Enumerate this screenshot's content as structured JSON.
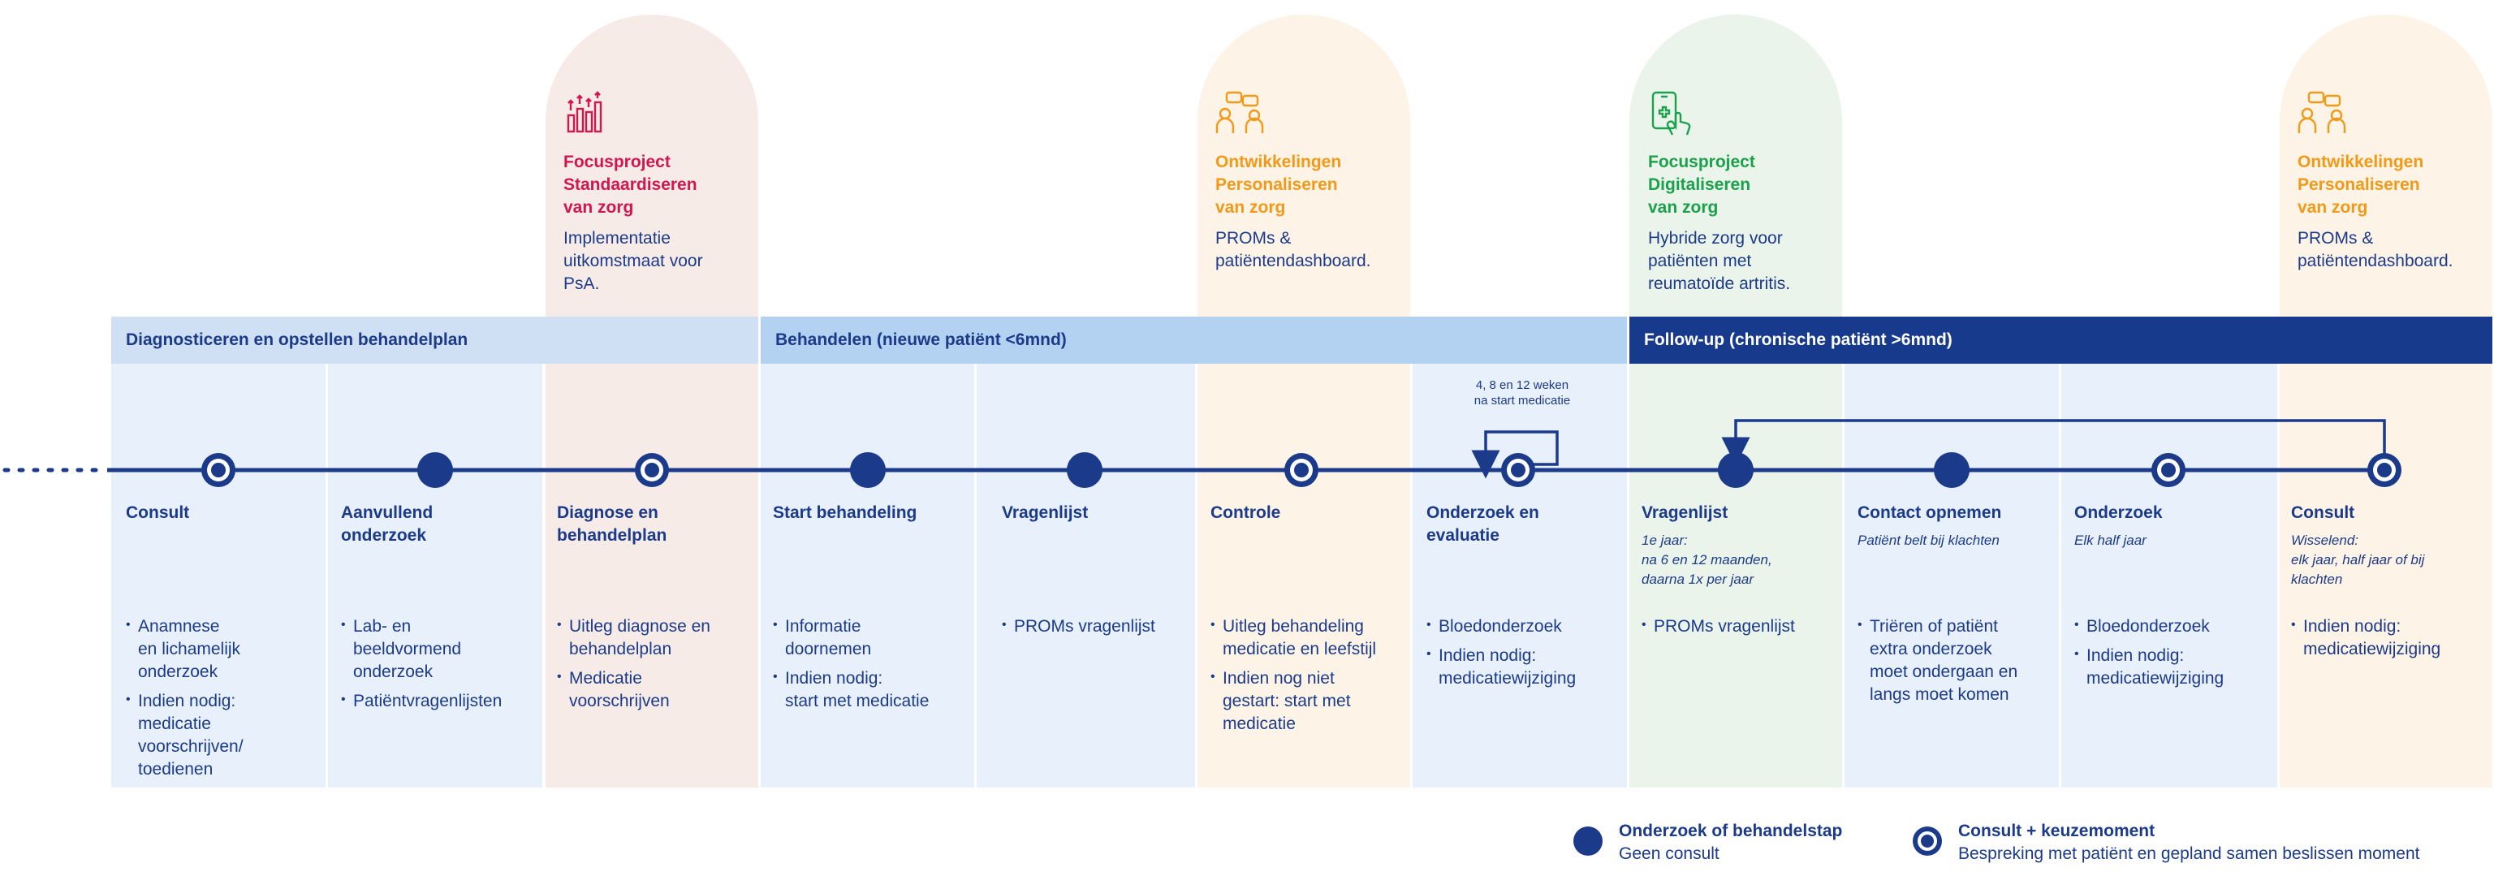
{
  "projects": [
    {
      "title_lines": [
        "Focusproject",
        "Standaardiseren",
        "van zorg"
      ],
      "text_lines": [
        "Implementatie",
        "uitkomstmaat voor",
        "PsA."
      ],
      "color": "#d2174f",
      "icon": "bar-chart-icon"
    },
    {
      "title_lines": [
        "Ontwikkelingen",
        "Personaliseren",
        "van zorg"
      ],
      "text_lines": [
        "PROMs &",
        "patiëntendashboard."
      ],
      "color": "#f29a18",
      "icon": "people-chat-icon"
    },
    {
      "title_lines": [
        "Focusproject",
        "Digitaliseren",
        "van zorg"
      ],
      "text_lines": [
        "Hybride zorg voor",
        "patiënten met",
        "reumatoïde artritis."
      ],
      "color": "#1aa14b",
      "icon": "mobile-health-icon"
    },
    {
      "title_lines": [
        "Ontwikkelingen",
        "Personaliseren",
        "van zorg"
      ],
      "text_lines": [
        "PROMs &",
        "patiëntendashboard."
      ],
      "color": "#f29a18",
      "icon": "people-chat-icon"
    }
  ],
  "phases": [
    {
      "label": "Diagnosticeren en opstellen behandelplan"
    },
    {
      "label": "Behandelen (nieuwe patiënt <6mnd)"
    },
    {
      "label": "Follow-up (chronische patiënt >6mnd)"
    }
  ],
  "annotation": {
    "lines": [
      "4, 8 en 12 weken",
      "na start medicatie"
    ]
  },
  "steps": [
    {
      "title_lines": [
        "Consult"
      ],
      "marker": "ring",
      "note_lines": [],
      "bullets": [
        [
          "Anamnese",
          "en lichamelijk",
          "onderzoek"
        ],
        [
          "Indien nodig:",
          "medicatie",
          "voorschrijven/",
          "toedienen"
        ]
      ]
    },
    {
      "title_lines": [
        "Aanvullend",
        "onderzoek"
      ],
      "marker": "dot",
      "note_lines": [],
      "bullets": [
        [
          "Lab- en",
          "beeldvormend",
          "onderzoek"
        ],
        [
          "Patiëntvragenlijsten"
        ]
      ]
    },
    {
      "title_lines": [
        "Diagnose en",
        "behandelplan"
      ],
      "marker": "ring",
      "note_lines": [],
      "bullets": [
        [
          "Uitleg diagnose en",
          "behandelplan"
        ],
        [
          "Medicatie",
          "voorschrijven"
        ]
      ]
    },
    {
      "title_lines": [
        "Start behandeling"
      ],
      "marker": "dot",
      "note_lines": [],
      "bullets": [
        [
          "Informatie",
          "doornemen"
        ],
        [
          "Indien nodig:",
          "start met medicatie"
        ]
      ]
    },
    {
      "title_lines": [
        "Vragenlijst"
      ],
      "marker": "dot",
      "note_lines": [],
      "bullets": [
        [
          "PROMs vragenlijst"
        ]
      ]
    },
    {
      "title_lines": [
        "Controle"
      ],
      "marker": "ring",
      "note_lines": [],
      "bullets": [
        [
          "Uitleg behandeling",
          "medicatie en leefstijl"
        ],
        [
          "Indien nog niet",
          "gestart: start met",
          "medicatie"
        ]
      ]
    },
    {
      "title_lines": [
        "Onderzoek en",
        "evaluatie"
      ],
      "marker": "ring",
      "note_lines": [],
      "bullets": [
        [
          "Bloedonderzoek"
        ],
        [
          "Indien nodig:",
          "medicatiewijziging"
        ]
      ]
    },
    {
      "title_lines": [
        "Vragenlijst"
      ],
      "marker": "dot",
      "note_lines": [
        "1e jaar:",
        "na 6 en 12 maanden,",
        "daarna 1x per jaar"
      ],
      "bullets": [
        [
          "PROMs vragenlijst"
        ]
      ]
    },
    {
      "title_lines": [
        "Contact opnemen"
      ],
      "marker": "dot",
      "note_lines": [
        "Patiënt belt bij klachten"
      ],
      "bullets": [
        [
          "Triëren of patiënt",
          "extra onderzoek",
          "moet ondergaan en",
          "langs moet komen"
        ]
      ]
    },
    {
      "title_lines": [
        "Onderzoek"
      ],
      "marker": "ring",
      "note_lines": [
        "Elk half jaar"
      ],
      "bullets": [
        [
          "Bloedonderzoek"
        ],
        [
          "Indien nodig:",
          "medicatiewijziging"
        ]
      ]
    },
    {
      "title_lines": [
        "Consult"
      ],
      "marker": "ring",
      "note_lines": [
        "Wisselend:",
        "elk jaar, half jaar of bij",
        "klachten"
      ],
      "bullets": [
        [
          "Indien nodig:",
          "medicatiewijziging"
        ]
      ]
    }
  ],
  "legend": [
    {
      "title": "Onderzoek of behandelstap",
      "subtitle": "Geen consult",
      "marker": "dot"
    },
    {
      "title": "Consult + keuzemoment",
      "subtitle": "Bespreking met patiënt en gepland samen beslissen moment",
      "marker": "ring"
    }
  ],
  "colors": {
    "navy": "#1b3a8a",
    "red": "#d2174f",
    "orange": "#f29a18",
    "green": "#1aa14b"
  }
}
